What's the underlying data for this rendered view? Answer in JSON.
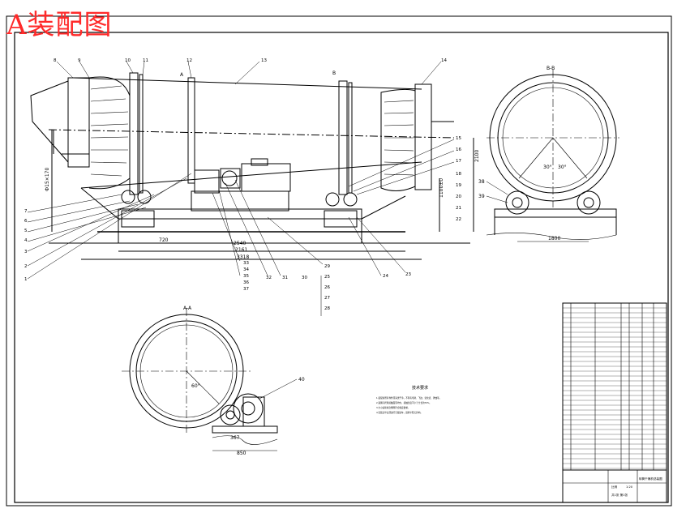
{
  "title": "A装配图",
  "view_labels": {
    "section_bb": "B-B",
    "section_aa": "A-A",
    "mark_a": "A",
    "mark_b": "B"
  },
  "dimensions": {
    "d_720": "720",
    "d_2540": "2540",
    "d_2161": "2161",
    "d_3318": "3318",
    "d_1800": "1800",
    "d_367": "367",
    "d_850": "850",
    "d_30a": "30°",
    "d_30b": "30°",
    "d_60": "60°",
    "height_left": "Ф15×170",
    "height_right": "2100",
    "height_mid": "1100±0"
  },
  "part_numbers": {
    "left_column": [
      "7",
      "6",
      "5",
      "4",
      "3",
      "2",
      "1"
    ],
    "top_row": [
      "8",
      "9",
      "10",
      "11",
      "12",
      "13",
      "14"
    ],
    "right_column": [
      "15",
      "16",
      "17",
      "18",
      "19",
      "20",
      "21",
      "22"
    ],
    "bottom_center": [
      "33",
      "34",
      "35",
      "36",
      "37",
      "32",
      "31",
      "30",
      "29",
      "25",
      "26",
      "27",
      "28",
      "23",
      "24"
    ],
    "section_bb": [
      "38",
      "39"
    ],
    "section_aa": [
      "40"
    ]
  },
  "notes": {
    "heading": "技术要求",
    "lines": [
      "1.装配前所有零件须清洗干净，不得有毛刺、飞边、氧化皮、锈蚀等。",
      "2.滚圈与托轮接触面须均匀，接触长度不小于全长的70%。",
      "3.大小齿轮啮合侧隙符合规定要求。",
      "4.安装完毕后须进行空载试车，运转平稳无异响。"
    ]
  },
  "title_block": {
    "drawing_name": "转筒干燥机总装图",
    "scale_label": "比例",
    "scale": "1:20",
    "sheet_label": "共1张 第1张"
  }
}
